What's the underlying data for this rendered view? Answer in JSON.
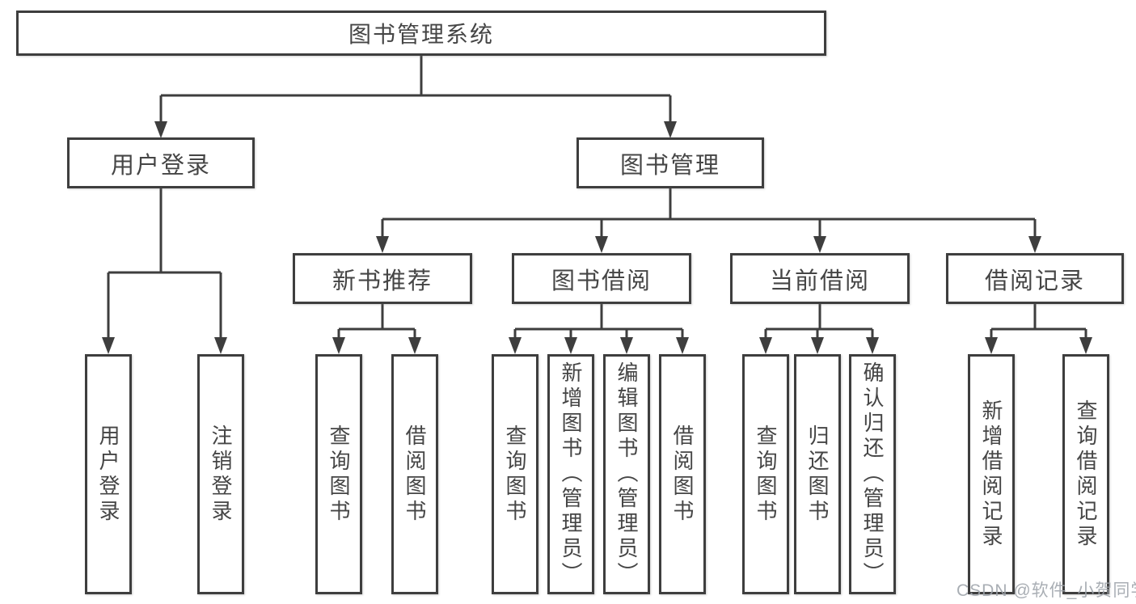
{
  "diagram": {
    "root": "图书管理系统",
    "level2": [
      "用户登录",
      "图书管理"
    ],
    "level3": [
      "新书推荐",
      "图书借阅",
      "当前借阅",
      "借阅记录"
    ],
    "leaves": {
      "user_login": [
        "用户登录",
        "注销登录"
      ],
      "new_book_recommend": [
        "查询图书",
        "借阅图书"
      ],
      "book_borrow": [
        "查询图书",
        "新增图书（管理员）",
        "编辑图书（管理员）",
        "借阅图书"
      ],
      "current_borrow": [
        "查询图书",
        "归还图书",
        "确认归还（管理员）"
      ],
      "borrow_records": [
        "新增借阅记录",
        "查询借阅记录"
      ]
    },
    "colors": {
      "line": "#3e3e3e",
      "text": "#454545",
      "background": "#ffffff",
      "watermark": "#9da3aa"
    }
  },
  "watermark": "CSDN @软件_小贺同学"
}
